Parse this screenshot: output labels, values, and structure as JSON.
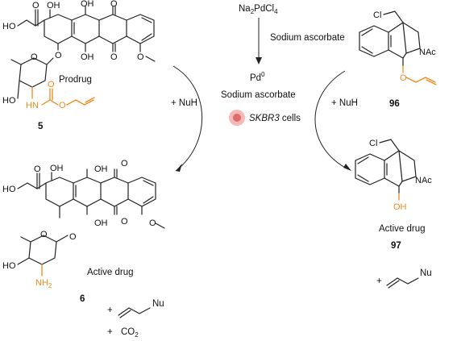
{
  "reagents": {
    "catalyst_precursor": "Na",
    "catalyst_precursor_sub1": "2",
    "catalyst_precursor_mid": "PdCl",
    "catalyst_precursor_sub2": "4",
    "reductant": "Sodium ascorbate",
    "pd_symbol": "Pd",
    "pd_superscript": "0",
    "reductant_below": "Sodium ascorbate",
    "cell_line": "SKBR3",
    "cell_suffix": " cells"
  },
  "left_scheme": {
    "prodrug_label": "Prodrug",
    "prodrug_number": "5",
    "nucleophile": "+ NuH",
    "active_label": "Active drug",
    "active_number": "6",
    "byproduct_plus": "+",
    "byproduct_nu": "Nu",
    "co2_plus": "+",
    "co2": "CO",
    "co2_sub": "2"
  },
  "right_scheme": {
    "prodrug_number": "96",
    "nucleophile": "+ NuH",
    "active_label": "Active drug",
    "active_number": "97",
    "byproduct_plus": "+",
    "byproduct_nu": "Nu"
  },
  "atoms": {
    "oh": "OH",
    "ho": "HO",
    "o": "O",
    "nh": "HN",
    "nh2": "NH",
    "nh2_sub": "2",
    "cl": "Cl",
    "nac": "NAc"
  },
  "colors": {
    "ink": "#111111",
    "highlight_orange": "#f08a1c",
    "cell_fill": "#f4a0a0",
    "cell_core": "#e06b6b"
  }
}
